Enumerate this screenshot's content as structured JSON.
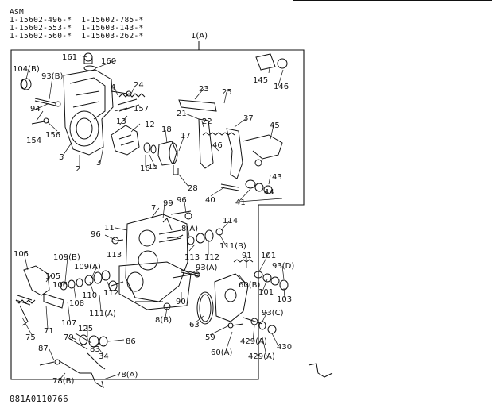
{
  "header": {
    "asm": "ASM",
    "rows": [
      "1-15602-496-*  1-15602-785-*",
      "1-15602-553-*  1-15603-143-*",
      "1-15602-560-*  1-15603-262-*"
    ]
  },
  "assembly_label": "1(A)",
  "callouts": [
    {
      "id": "161",
      "text": "161"
    },
    {
      "id": "160",
      "text": "160"
    },
    {
      "id": "104b",
      "text": "104(B)"
    },
    {
      "id": "93b-top",
      "text": "93(B)"
    },
    {
      "id": "4",
      "text": "4"
    },
    {
      "id": "24",
      "text": "24"
    },
    {
      "id": "157",
      "text": "157"
    },
    {
      "id": "94",
      "text": "94"
    },
    {
      "id": "13",
      "text": "13"
    },
    {
      "id": "12",
      "text": "12"
    },
    {
      "id": "154",
      "text": "154"
    },
    {
      "id": "156",
      "text": "156"
    },
    {
      "id": "5",
      "text": "5"
    },
    {
      "id": "2",
      "text": "2"
    },
    {
      "id": "3",
      "text": "3"
    },
    {
      "id": "18",
      "text": "18"
    },
    {
      "id": "17",
      "text": "17"
    },
    {
      "id": "15",
      "text": "15"
    },
    {
      "id": "16",
      "text": "16"
    },
    {
      "id": "23",
      "text": "23"
    },
    {
      "id": "25",
      "text": "25"
    },
    {
      "id": "21",
      "text": "21"
    },
    {
      "id": "22",
      "text": "22"
    },
    {
      "id": "37",
      "text": "37"
    },
    {
      "id": "45",
      "text": "45"
    },
    {
      "id": "46",
      "text": "46"
    },
    {
      "id": "28",
      "text": "28"
    },
    {
      "id": "40",
      "text": "40"
    },
    {
      "id": "41",
      "text": "41"
    },
    {
      "id": "43",
      "text": "43"
    },
    {
      "id": "44",
      "text": "44"
    },
    {
      "id": "145",
      "text": "145"
    },
    {
      "id": "146",
      "text": "146"
    },
    {
      "id": "96-top",
      "text": "96"
    },
    {
      "id": "99",
      "text": "99"
    },
    {
      "id": "7",
      "text": "7"
    },
    {
      "id": "114",
      "text": "114"
    },
    {
      "id": "11",
      "text": "11"
    },
    {
      "id": "8a",
      "text": "8(A)"
    },
    {
      "id": "96-mid",
      "text": "96"
    },
    {
      "id": "111b",
      "text": "111(B)"
    },
    {
      "id": "113a",
      "text": "113"
    },
    {
      "id": "113b",
      "text": "113"
    },
    {
      "id": "112a",
      "text": "112"
    },
    {
      "id": "91",
      "text": "91"
    },
    {
      "id": "101a",
      "text": "101"
    },
    {
      "id": "93d",
      "text": "93(D)"
    },
    {
      "id": "105a",
      "text": "105"
    },
    {
      "id": "109b",
      "text": "109(B)"
    },
    {
      "id": "109a",
      "text": "109(A)"
    },
    {
      "id": "105b",
      "text": "105"
    },
    {
      "id": "106",
      "text": "106"
    },
    {
      "id": "93a",
      "text": "93(A)"
    },
    {
      "id": "60b",
      "text": "60(B)"
    },
    {
      "id": "101b",
      "text": "101"
    },
    {
      "id": "103",
      "text": "103"
    },
    {
      "id": "110",
      "text": "110"
    },
    {
      "id": "112b",
      "text": "112"
    },
    {
      "id": "108",
      "text": "108"
    },
    {
      "id": "90",
      "text": "90"
    },
    {
      "id": "111a",
      "text": "111(A)"
    },
    {
      "id": "107",
      "text": "107"
    },
    {
      "id": "71",
      "text": "71"
    },
    {
      "id": "75",
      "text": "75"
    },
    {
      "id": "8b",
      "text": "8(B)"
    },
    {
      "id": "63",
      "text": "63"
    },
    {
      "id": "93c",
      "text": "93(C)"
    },
    {
      "id": "125",
      "text": "125"
    },
    {
      "id": "79",
      "text": "79"
    },
    {
      "id": "83",
      "text": "83"
    },
    {
      "id": "86",
      "text": "86"
    },
    {
      "id": "59",
      "text": "59"
    },
    {
      "id": "429a1",
      "text": "429(A)"
    },
    {
      "id": "430",
      "text": "430"
    },
    {
      "id": "87",
      "text": "87"
    },
    {
      "id": "34",
      "text": "34"
    },
    {
      "id": "60a",
      "text": "60(A)"
    },
    {
      "id": "429a2",
      "text": "429(A)"
    },
    {
      "id": "78a",
      "text": "78(A)"
    },
    {
      "id": "78b",
      "text": "78(B)"
    }
  ],
  "footer": {
    "code": "081A0110766"
  }
}
